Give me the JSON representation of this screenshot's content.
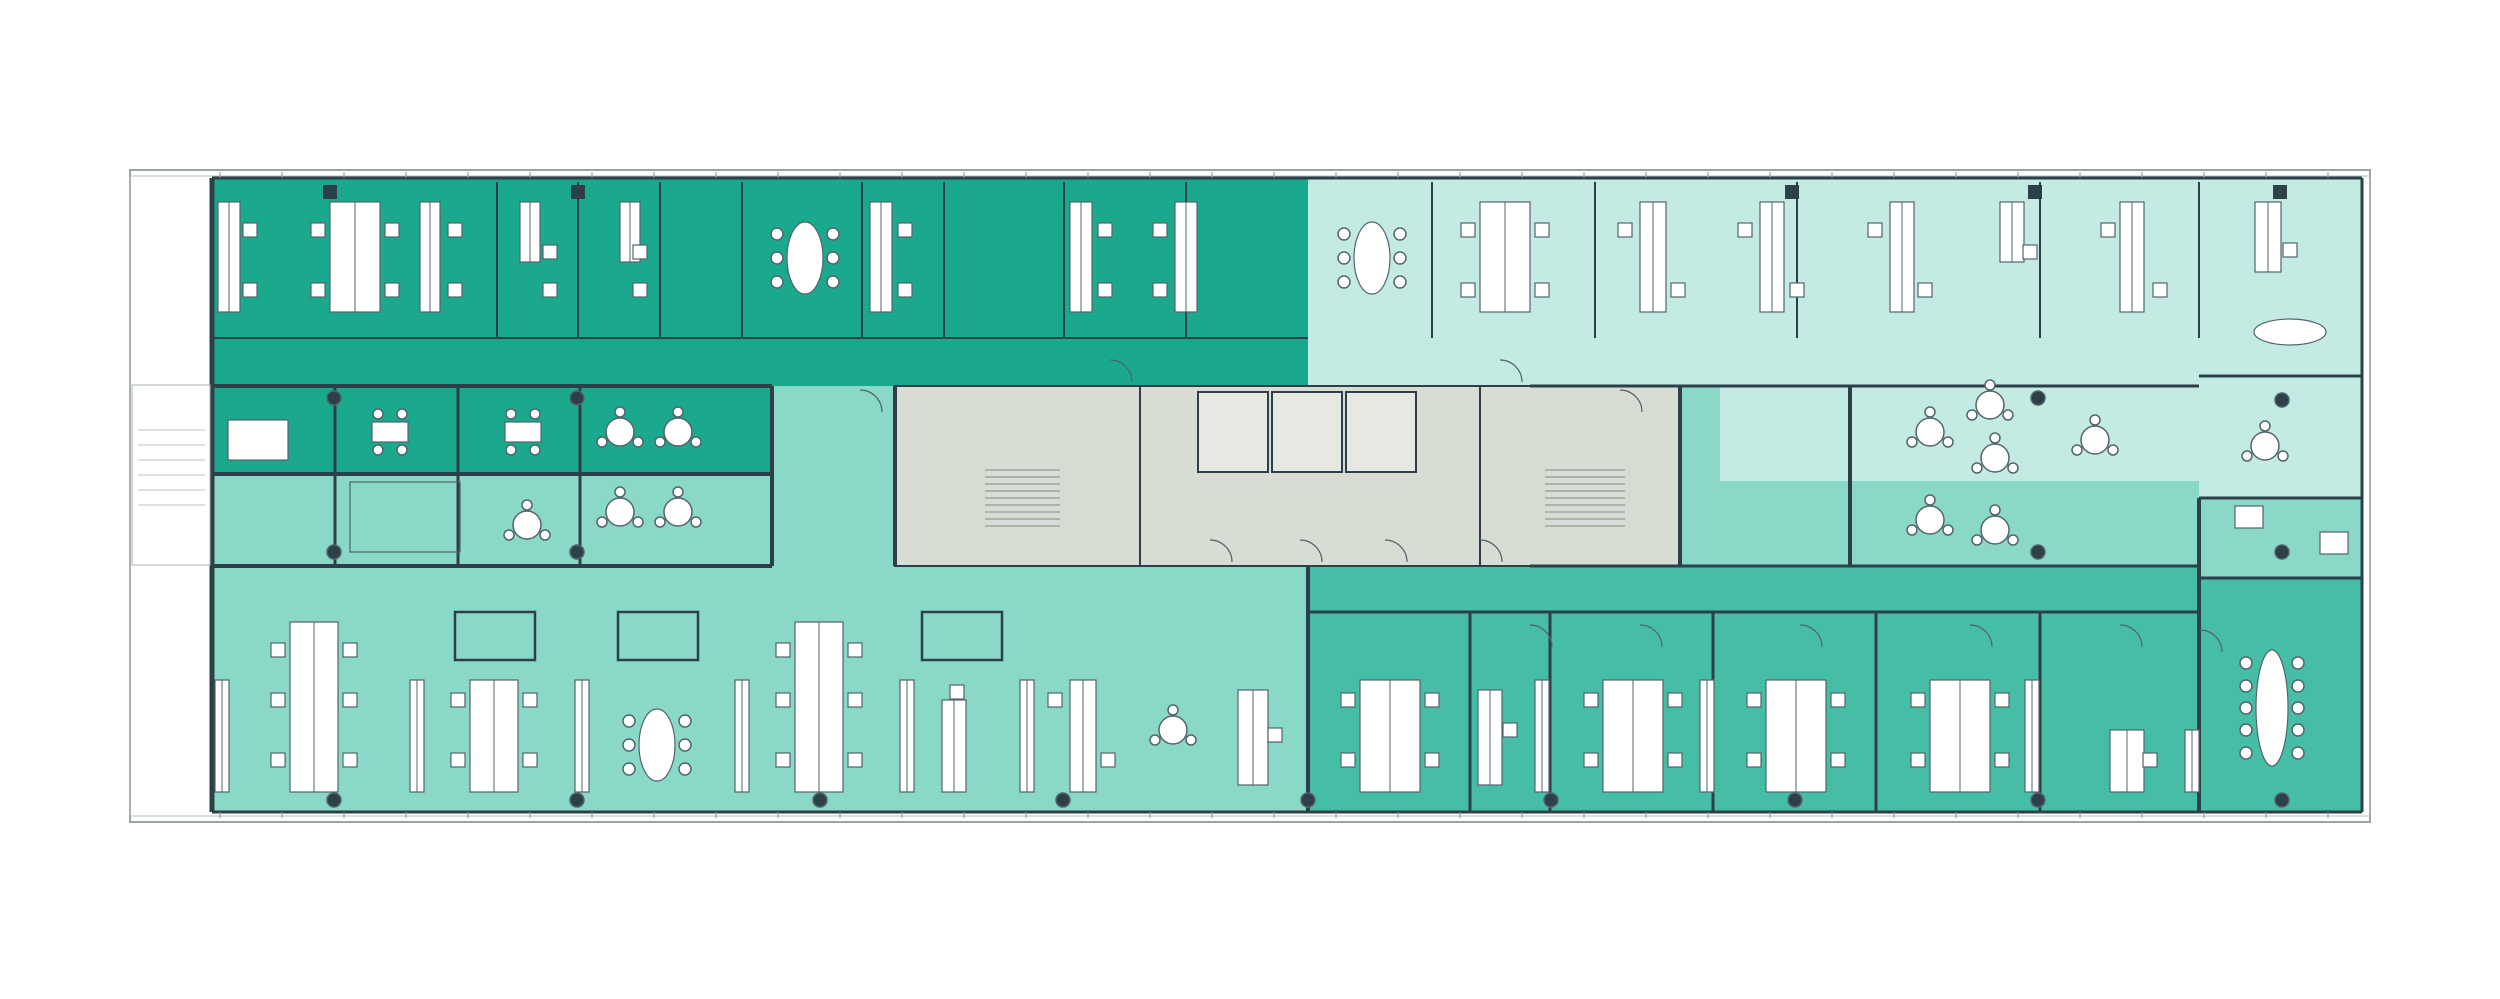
{
  "floorplan": {
    "type": "office floor plan",
    "colors": {
      "background": "#ffffff",
      "zone_dark": "#1aa98c",
      "zone_medium": "#46bea6",
      "zone_light": "#8ad8c8",
      "zone_pale": "#c4ebe3",
      "core": "#d8ddd4",
      "wall": "#2d3f48",
      "furniture": "#ffffff",
      "furniture_outline": "#53646c"
    },
    "zones": [
      {
        "name": "north-west-open-office",
        "shade": "zone_dark"
      },
      {
        "name": "north-east-open-office",
        "shade": "zone_pale"
      },
      {
        "name": "west-meeting-rooms",
        "shade": "zone_dark"
      },
      {
        "name": "west-lounge",
        "shade": "zone_light"
      },
      {
        "name": "south-west-open-office",
        "shade": "zone_light"
      },
      {
        "name": "south-east-offices",
        "shade": "zone_medium"
      },
      {
        "name": "east-meeting-area",
        "shade": "zone_light"
      },
      {
        "name": "central-core",
        "shade": "core"
      }
    ],
    "legend": []
  }
}
